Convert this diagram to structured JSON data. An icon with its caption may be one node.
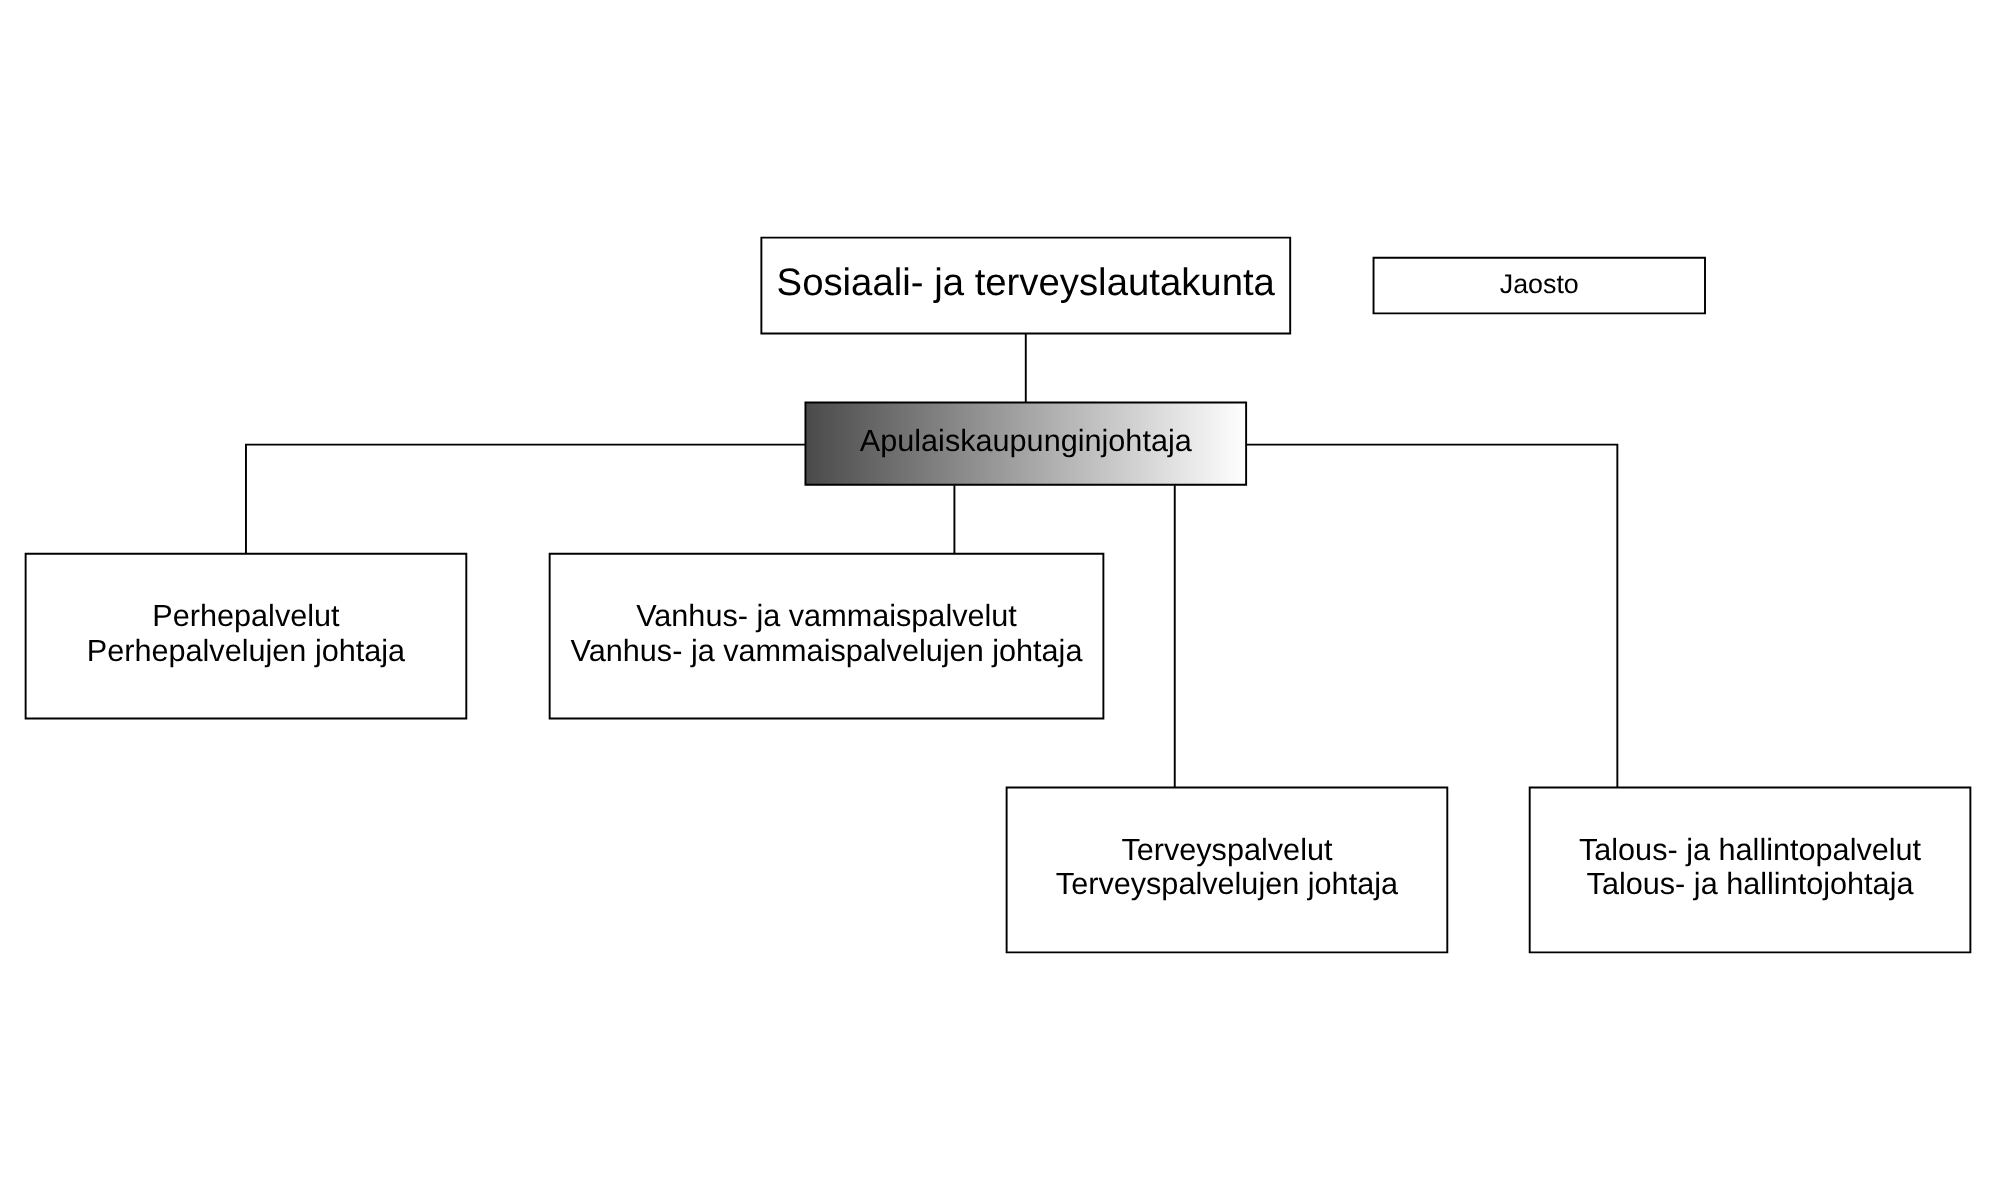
{
  "diagram": {
    "nodes": [
      {
        "text": [
          "Sosiaali- ja terveyslautakunta"
        ]
      },
      {
        "text": [
          "Jaosto"
        ]
      },
      {
        "text": [
          "Apulaiskaupunginjohtaja"
        ]
      },
      {
        "text": [
          "Perhepalvelut",
          "Perhepalvelujen johtaja"
        ]
      },
      {
        "text": [
          "Vanhus- ja vammaispalvelut",
          "Vanhus- ja vammaispalvelujen johtaja"
        ]
      },
      {
        "text": [
          "Terveyspalvelut",
          "Terveyspalvelujen johtaja"
        ]
      },
      {
        "text": [
          "Talous- ja hallintopalvelut",
          "Talous- ja hallintojohtaja"
        ]
      }
    ],
    "edges": [
      {
        "from": 0,
        "to": 2,
        "arrow": "none"
      },
      {
        "from": 2,
        "to": 3,
        "arrow": "none"
      },
      {
        "from": 2,
        "to": 4,
        "arrow": "none"
      },
      {
        "from": 2,
        "to": 5,
        "arrow": "none"
      },
      {
        "from": 2,
        "to": 6,
        "arrow": "none"
      }
    ]
  }
}
